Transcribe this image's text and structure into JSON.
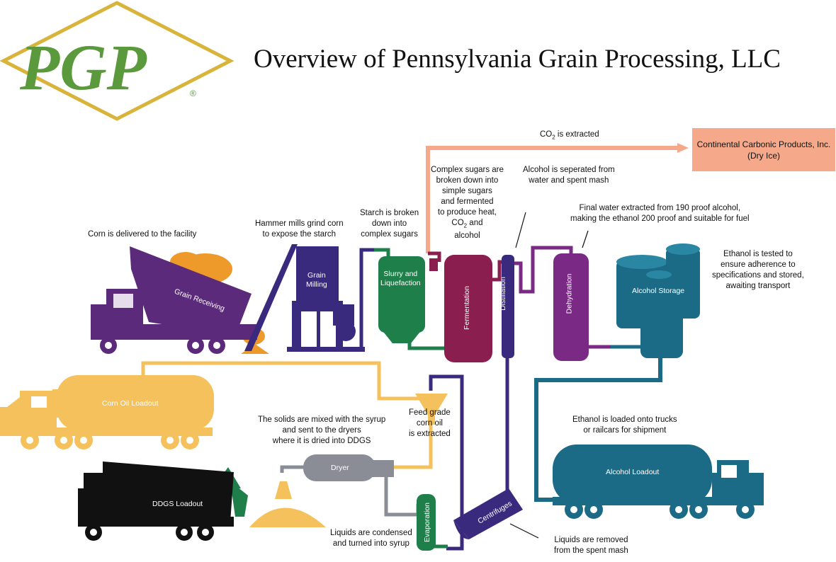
{
  "logo": {
    "text": "PGP",
    "registered": "®",
    "colors": {
      "green": "#5a9a3c",
      "gold": "#d8b43a"
    }
  },
  "title": "Overview of Pennsylvania Grain Processing, LLC",
  "co2": {
    "prefix": "CO",
    "sub": "2",
    "suffix": " is extracted"
  },
  "continental": {
    "line1": "Continental Carbonic Products, Inc.",
    "line2": "(Dry Ice)"
  },
  "captions": {
    "corn_delivered": "Corn is delivered to the facility",
    "hammer_l1": "Hammer mills grind corn",
    "hammer_l2": "to expose the starch",
    "starch_l1": "Starch is broken",
    "starch_l2": "down into",
    "starch_l3": "complex sugars",
    "complex_l1": "Complex sugars are",
    "complex_l2": "broken down into",
    "complex_l3": "simple sugars",
    "complex_l4": "and fermented",
    "complex_l5": "to produce heat,",
    "complex_co": "CO",
    "complex_sub": "2",
    "complex_and": " and",
    "complex_l7": "alcohol",
    "alcohol_sep_l1": "Alcohol is seperated from",
    "alcohol_sep_l2": "water and spent mash",
    "final_l1": "Final water extracted from 190 proof alcohol,",
    "final_l2": "making the ethanol 200 proof and suitable for fuel",
    "tested_l1": "Ethanol is tested to",
    "tested_l2": "ensure adherence to",
    "tested_l3": "specifications and stored,",
    "tested_l4": "awaiting transport",
    "loaded_l1": "Ethanol is loaded onto trucks",
    "loaded_l2": "or railcars for shipment",
    "feed_l1": "Feed grade",
    "feed_l2": "corn oil",
    "feed_l3": "is extracted",
    "solids_l1": "The solids are mixed with the syrup",
    "solids_l2": "and sent to the dryers",
    "solids_l3": "where it is dried into DDGS",
    "condensed_l1": "Liquids are condensed",
    "condensed_l2": "and turned into syrup",
    "removed_l1": "Liquids are removed",
    "removed_l2": "from the spent mash"
  },
  "labels": {
    "grain_receiving": "Grain Receiving",
    "grain_milling_l1": "Grain",
    "grain_milling_l2": "Milling",
    "slurry_l1": "Slurry and",
    "slurry_l2": "Liquefaction",
    "fermentation": "Fermentation",
    "distillation": "Distillation",
    "dehydration": "Dehydration",
    "alcohol_storage": "Alcohol Storage",
    "corn_oil_loadout": "Corn Oil Loadout",
    "ddgs_loadout": "DDGS Loadout",
    "dryer": "Dryer",
    "evaporation": "Evaporation",
    "centrifuges": "Centrifuges",
    "alcohol_loadout": "Alcohol Loadout"
  },
  "colors": {
    "purple": "#5b2a7a",
    "indigo": "#3a2a7e",
    "green": "#1f7f4a",
    "maroon": "#8a1e4e",
    "magenta": "#7a2a85",
    "teal": "#1b6b86",
    "yellow": "#f4c15c",
    "orange": "#ee9a2b",
    "salmon": "#f5a98a",
    "gray": "#8a8c96",
    "black": "#111111"
  }
}
